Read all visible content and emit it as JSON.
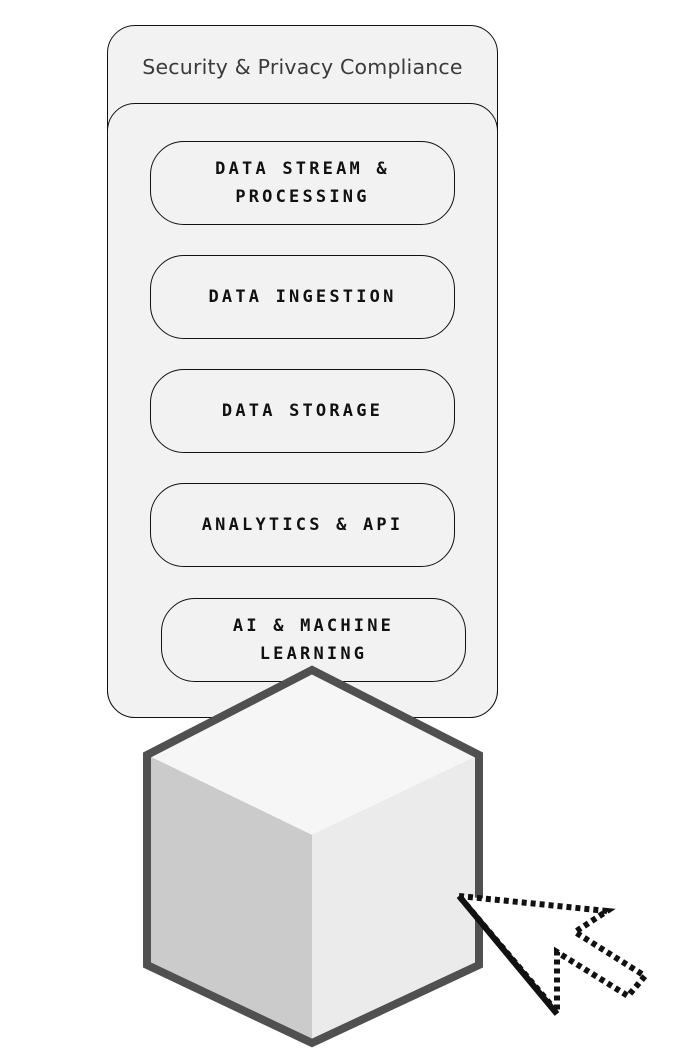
{
  "container": {
    "title": "Security & Privacy Compliance"
  },
  "layers": [
    {
      "label": "DATA STREAM &\nPROCESSING"
    },
    {
      "label": "DATA INGESTION"
    },
    {
      "label": "DATA STORAGE"
    },
    {
      "label": "ANALYTICS & API"
    },
    {
      "label": "AI & MACHINE\nLEARNING"
    }
  ],
  "icons": {
    "cube": "cube-icon",
    "cursor": "cursor-arrow-icon"
  }
}
